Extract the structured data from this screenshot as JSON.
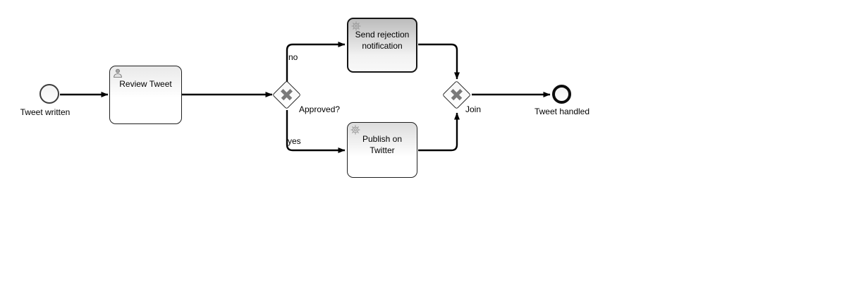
{
  "diagram": {
    "type": "bpmn-process",
    "nodes": {
      "start_event": {
        "label": "Tweet written",
        "shape": "start-event-circle"
      },
      "review_task": {
        "label": "Review Tweet",
        "icon": "user-icon",
        "shape": "user-task"
      },
      "split_gateway": {
        "label": "Approved?",
        "shape": "exclusive-gateway"
      },
      "reject_task": {
        "label": "Send rejection notification",
        "icon": "gear-icon",
        "shape": "service-task",
        "highlighted": true
      },
      "publish_task": {
        "label": "Publish on Twitter",
        "icon": "gear-icon",
        "shape": "service-task"
      },
      "join_gateway": {
        "label": "Join",
        "shape": "exclusive-gateway"
      },
      "end_event": {
        "label": "Tweet handled",
        "shape": "end-event-circle"
      }
    },
    "flows": {
      "no_label": "no",
      "yes_label": "yes"
    },
    "colors": {
      "background": "#ffffff",
      "flow_line": "#000000",
      "gateway_cross": "#7a7a7a",
      "node_border": "#1f1f1f",
      "highlight_fill_top": "#bcbcbc",
      "icon_gray": "#9a9a9a"
    }
  }
}
